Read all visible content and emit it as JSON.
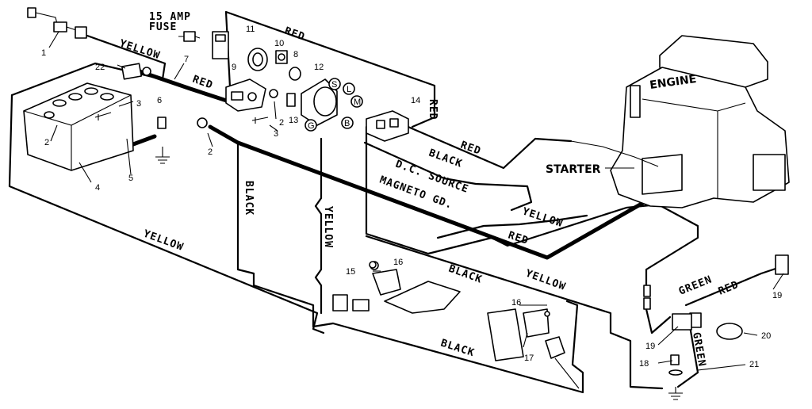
{
  "fuse": {
    "line1": "15 AMP",
    "line2": "FUSE"
  },
  "wire_labels": {
    "yellow_top": "YELLOW",
    "red_top": "RED",
    "red_right": "RED",
    "red_mid": "RED",
    "red_battery": "RED",
    "black_dc": "BLACK",
    "dc_source": "D.C. SOURCE",
    "magneto": "MAGNETO GD.",
    "yellow_mid": "YELLOW",
    "red_lower": "RED",
    "black_vertical": "BLACK",
    "yellow_vertical": "YELLOW",
    "yellow_long": "YELLOW",
    "black_switch": "BLACK",
    "yellow_lower": "YELLOW",
    "black_bottom": "BLACK",
    "green_top": "GREEN",
    "red_light": "RED",
    "green_vertical": "GREEN"
  },
  "components": {
    "engine": "ENGINE",
    "starter": "STARTER"
  },
  "solenoid_terminals": {
    "s": "S",
    "l": "L",
    "m": "M",
    "b": "B",
    "g": "G"
  },
  "part_numbers": {
    "p1": "1",
    "p2a": "2",
    "p2b": "2",
    "p2c": "2",
    "p3a": "3",
    "p3b": "3",
    "p4": "4",
    "p5": "5",
    "p6": "6",
    "p7": "7",
    "p8": "8",
    "p9": "9",
    "p10": "10",
    "p11": "11",
    "p12": "12",
    "p13": "13",
    "p14": "14",
    "p15": "15",
    "p16a": "16",
    "p16b": "16",
    "p17": "17",
    "p18": "18",
    "p19a": "19",
    "p19b": "19",
    "p20": "20",
    "p21": "21",
    "p22": "22"
  }
}
